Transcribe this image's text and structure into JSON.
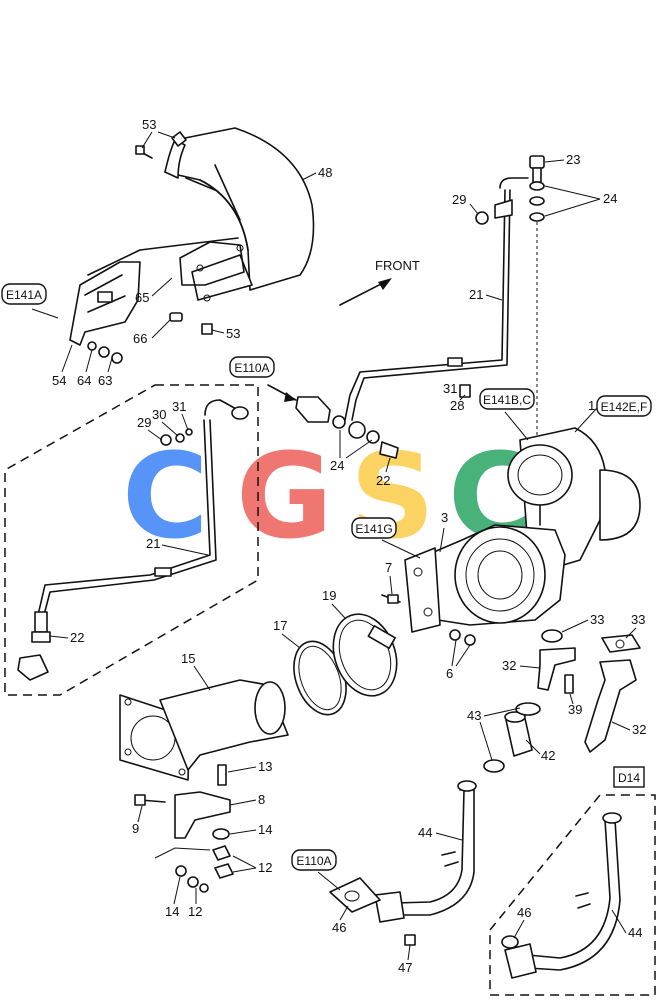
{
  "diagram": {
    "direction_label": "FRONT",
    "watermark": {
      "letters": [
        "C",
        "G",
        "S",
        "C"
      ],
      "colors": [
        "#4f8ff7",
        "#f0706a",
        "#fbd15a",
        "#3fae73"
      ]
    },
    "references": {
      "r_e141a": "E141A",
      "r_e110a_top": "E110A",
      "r_e141bc": "E141B,C",
      "r_e142ef": "E142E,F",
      "r_e141g": "E141G",
      "r_d14": "D14",
      "r_e110a_bot": "E110A"
    },
    "part_numbers": {
      "p53a": "53",
      "p48": "48",
      "p65": "65",
      "p66": "66",
      "p53b": "53",
      "p54": "54",
      "p64": "64",
      "p63": "63",
      "p23": "23",
      "p24a": "24",
      "p29a": "29",
      "p21a": "21",
      "p31a": "31",
      "p28": "28",
      "p1": "1",
      "p29b": "29",
      "p30": "30",
      "p31b": "31",
      "p21b": "21",
      "p22a": "22",
      "p24b": "24",
      "p22b": "22",
      "p3": "3",
      "p7": "7",
      "p17": "17",
      "p19": "19",
      "p15": "15",
      "p33a": "33",
      "p33b": "33",
      "p32a": "32",
      "p39": "39",
      "p6": "6",
      "p43": "43",
      "p42": "42",
      "p32b": "32",
      "p13": "13",
      "p8": "8",
      "p9": "9",
      "p14a": "14",
      "p12a": "12",
      "p14b": "14",
      "p12b": "12",
      "p44a": "44",
      "p46a": "46",
      "p47": "47",
      "p46b": "46",
      "p44b": "44"
    }
  }
}
